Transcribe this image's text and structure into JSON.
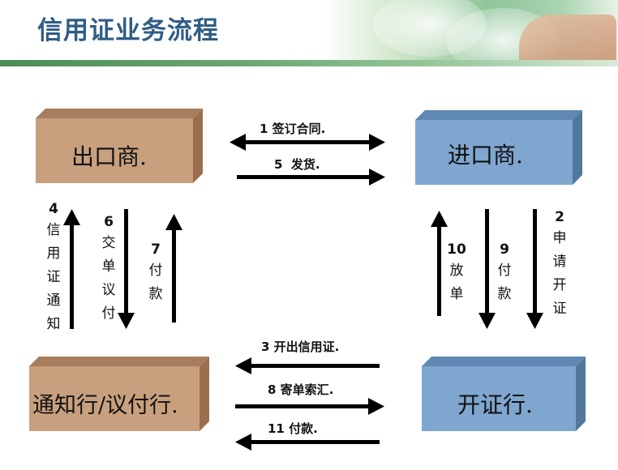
{
  "title": "信用证业务流程",
  "colors": {
    "title": "#2f5d86",
    "tan_box": "#c8a07e",
    "blue_box": "#7ea6cf",
    "arrow": "#000000"
  },
  "boxes": {
    "exporter": "出口商.",
    "importer": "进口商.",
    "advising_bank": "通知行/议付行.",
    "issuing_bank": "开证行."
  },
  "steps": {
    "s1": {
      "num": "1",
      "text": "签订合同."
    },
    "s5": {
      "num": "5",
      "text": "发货."
    },
    "s3": {
      "num": "3",
      "text": "开出信用证."
    },
    "s8": {
      "num": "8",
      "text": "寄单索汇."
    },
    "s11": {
      "num": "11",
      "text": "付款."
    },
    "s4": {
      "num": "4",
      "chars": [
        "信",
        "用",
        "证",
        "通",
        "知"
      ]
    },
    "s6": {
      "num": "6",
      "chars": [
        "交",
        "单",
        "议",
        "付"
      ]
    },
    "s7": {
      "num": "7",
      "chars": [
        "付",
        "款"
      ]
    },
    "s10": {
      "num": "10",
      "chars": [
        "放",
        "单"
      ]
    },
    "s9": {
      "num": "9",
      "chars": [
        "付",
        "款"
      ]
    },
    "s2": {
      "num": "2",
      "chars": [
        "申",
        "请",
        "开",
        "证"
      ]
    }
  }
}
